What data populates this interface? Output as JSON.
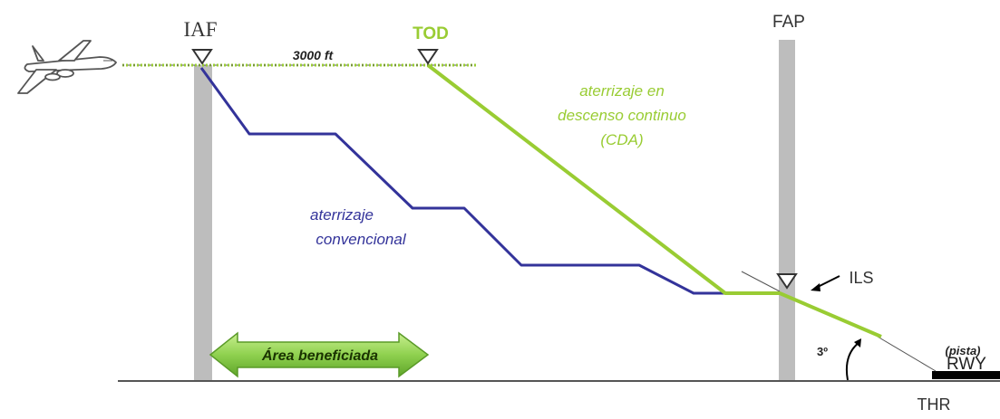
{
  "labels": {
    "iaf": "IAF",
    "tod": "TOD",
    "fap": "FAP",
    "altitude": "3000 ft",
    "cda_line1": "aterrizaje en",
    "cda_line2": "descenso continuo",
    "cda_line3": "(CDA)",
    "conv_line1": "aterrizaje",
    "conv_line2": "convencional",
    "ils": "ILS",
    "pista": "(pista)",
    "rwy": "RWY",
    "thr": "THR",
    "angle": "3º",
    "area": "Área beneficiada"
  },
  "colors": {
    "cda": "#99cc33",
    "conventional": "#33339a",
    "fix_pole": "#bdbdbd",
    "ground": "#555555",
    "runway": "#000000",
    "area_arrow": "#8fd14f"
  },
  "icons": {
    "airplane": "airplane-icon",
    "fix_marker": "triangle-down-icon",
    "ils_arrow": "arrow-icon"
  }
}
